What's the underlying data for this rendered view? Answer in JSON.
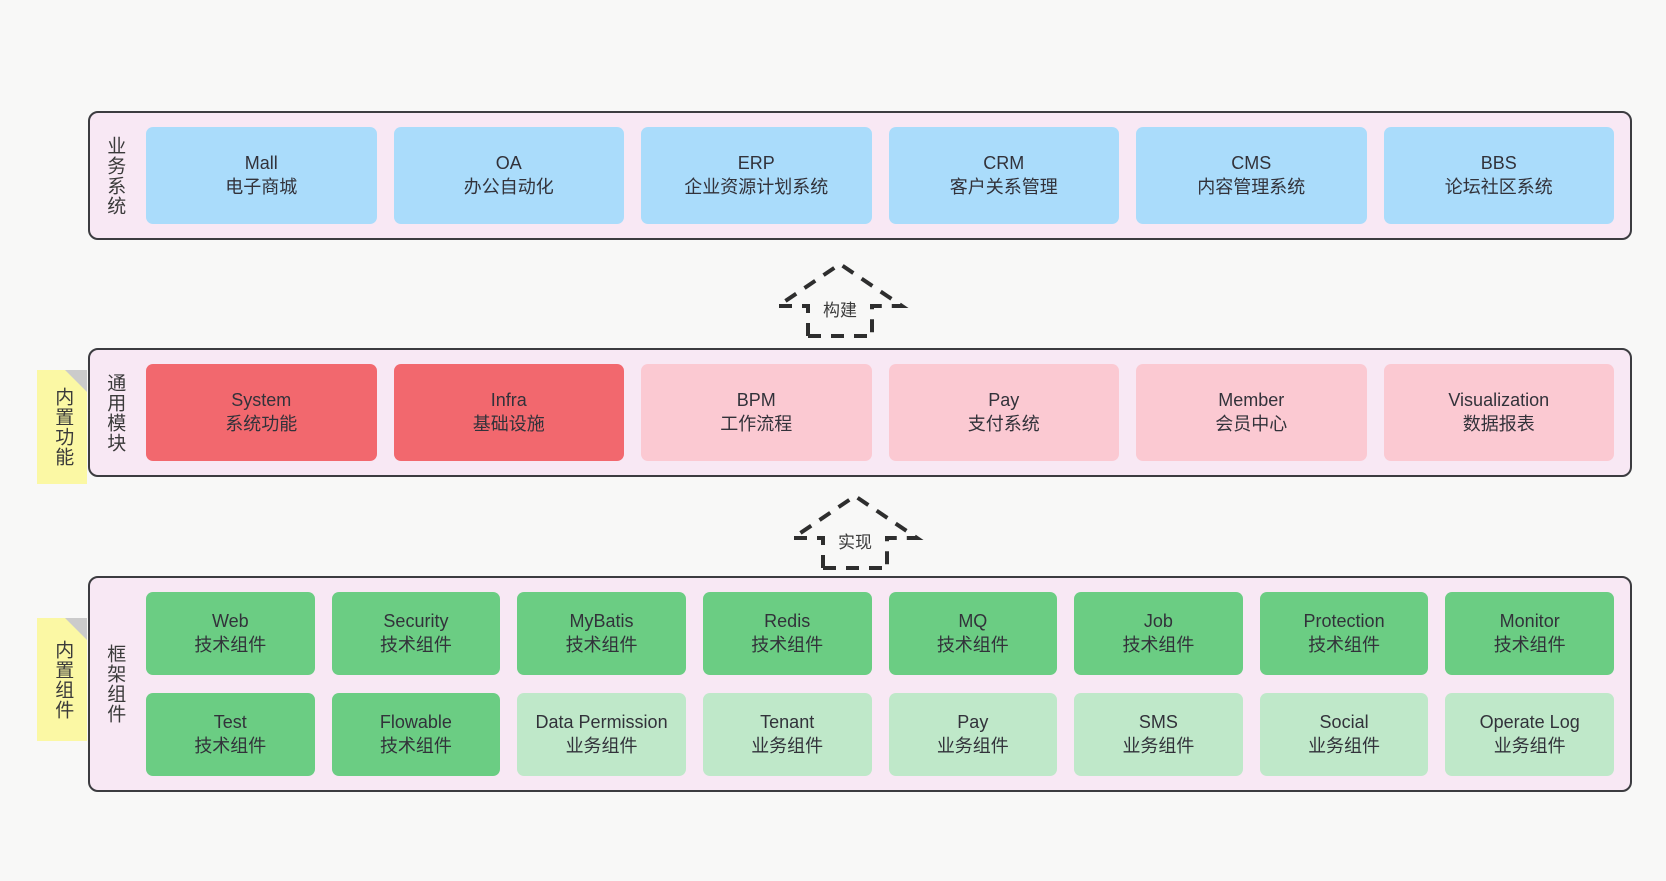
{
  "diagram": {
    "background": "#f8f8f7",
    "layer_bg": "#f8e8f4",
    "layer_border": "#3c3c40",
    "note_bg": "#fbf8a4",
    "note_fold": "#cbcbcb"
  },
  "layers": [
    {
      "title": "业务系统",
      "rows": [
        [
          {
            "name": "Mall",
            "sub": "电子商城",
            "color": "#aadcfb",
            "style": "c-blue"
          },
          {
            "name": "OA",
            "sub": "办公自动化",
            "color": "#aadcfb",
            "style": "c-blue"
          },
          {
            "name": "ERP",
            "sub": "企业资源计划系统",
            "color": "#aadcfb",
            "style": "c-blue"
          },
          {
            "name": "CRM",
            "sub": "客户关系管理",
            "color": "#aadcfb",
            "style": "c-blue"
          },
          {
            "name": "CMS",
            "sub": "内容管理系统",
            "color": "#aadcfb",
            "style": "c-blue"
          },
          {
            "name": "BBS",
            "sub": "论坛社区系统",
            "color": "#aadcfb",
            "style": "c-blue"
          }
        ]
      ]
    },
    {
      "title": "通用模块",
      "note": "内置功能",
      "rows": [
        [
          {
            "name": "System",
            "sub": "系统功能",
            "color": "#f2686e",
            "style": "c-red"
          },
          {
            "name": "Infra",
            "sub": "基础设施",
            "color": "#f2686e",
            "style": "c-red"
          },
          {
            "name": "BPM",
            "sub": "工作流程",
            "color": "#fbc9d2",
            "style": "c-pink"
          },
          {
            "name": "Pay",
            "sub": "支付系统",
            "color": "#fbc9d2",
            "style": "c-pink"
          },
          {
            "name": "Member",
            "sub": "会员中心",
            "color": "#fbc9d2",
            "style": "c-pink"
          },
          {
            "name": "Visualization",
            "sub": "数据报表",
            "color": "#fbc9d2",
            "style": "c-pink"
          }
        ]
      ]
    },
    {
      "title": "框架组件",
      "note": "内置组件",
      "rows": [
        [
          {
            "name": "Web",
            "sub": "技术组件",
            "color": "#6bcd83",
            "style": "c-green"
          },
          {
            "name": "Security",
            "sub": "技术组件",
            "color": "#6bcd83",
            "style": "c-green"
          },
          {
            "name": "MyBatis",
            "sub": "技术组件",
            "color": "#6bcd83",
            "style": "c-green"
          },
          {
            "name": "Redis",
            "sub": "技术组件",
            "color": "#6bcd83",
            "style": "c-green"
          },
          {
            "name": "MQ",
            "sub": "技术组件",
            "color": "#6bcd83",
            "style": "c-green"
          },
          {
            "name": "Job",
            "sub": "技术组件",
            "color": "#6bcd83",
            "style": "c-green"
          },
          {
            "name": "Protection",
            "sub": "技术组件",
            "color": "#6bcd83",
            "style": "c-green"
          },
          {
            "name": "Monitor",
            "sub": "技术组件",
            "color": "#6bcd83",
            "style": "c-green"
          }
        ],
        [
          {
            "name": "Test",
            "sub": "技术组件",
            "color": "#6bcd83",
            "style": "c-green"
          },
          {
            "name": "Flowable",
            "sub": "技术组件",
            "color": "#6bcd83",
            "style": "c-green"
          },
          {
            "name": "Data Permission",
            "sub": "业务组件",
            "color": "#bfe8c9",
            "style": "c-lightgreen"
          },
          {
            "name": "Tenant",
            "sub": "业务组件",
            "color": "#bfe8c9",
            "style": "c-lightgreen"
          },
          {
            "name": "Pay",
            "sub": "业务组件",
            "color": "#bfe8c9",
            "style": "c-lightgreen"
          },
          {
            "name": "SMS",
            "sub": "业务组件",
            "color": "#bfe8c9",
            "style": "c-lightgreen"
          },
          {
            "name": "Social",
            "sub": "业务组件",
            "color": "#bfe8c9",
            "style": "c-lightgreen"
          },
          {
            "name": "Operate Log",
            "sub": "业务组件",
            "color": "#bfe8c9",
            "style": "c-lightgreen"
          }
        ]
      ]
    }
  ],
  "arrows": [
    {
      "label": "构建",
      "from": "通用模块",
      "to": "业务系统"
    },
    {
      "label": "实现",
      "from": "框架组件",
      "to": "通用模块"
    }
  ]
}
